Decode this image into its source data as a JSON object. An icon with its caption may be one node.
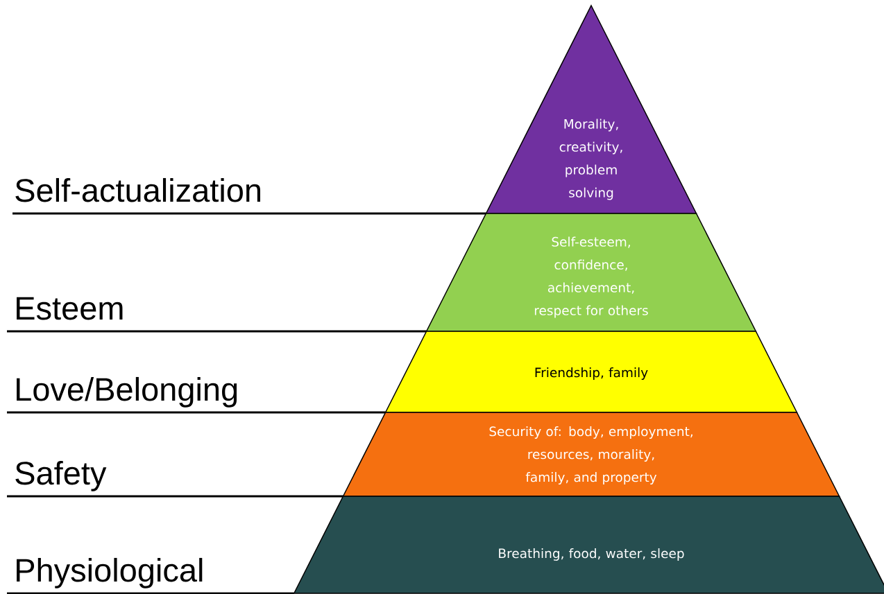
{
  "diagram": {
    "nodes": [
      {
        "text": [
          "Morality, creativity, problem solving"
        ]
      },
      {
        "text": [
          "Self-esteem, confidence, achievement, respect for others"
        ]
      },
      {
        "text": [
          "Friendship, family"
        ]
      },
      {
        "text": [
          "Security of: body, employment, resources, morality, family, and property"
        ]
      },
      {
        "text": [
          "Breathing, food, water, sleep"
        ]
      }
    ],
    "labels": [
      "Self-actualization",
      "Esteem",
      "Love/Belonging",
      "Safety",
      "Physiological"
    ]
  }
}
